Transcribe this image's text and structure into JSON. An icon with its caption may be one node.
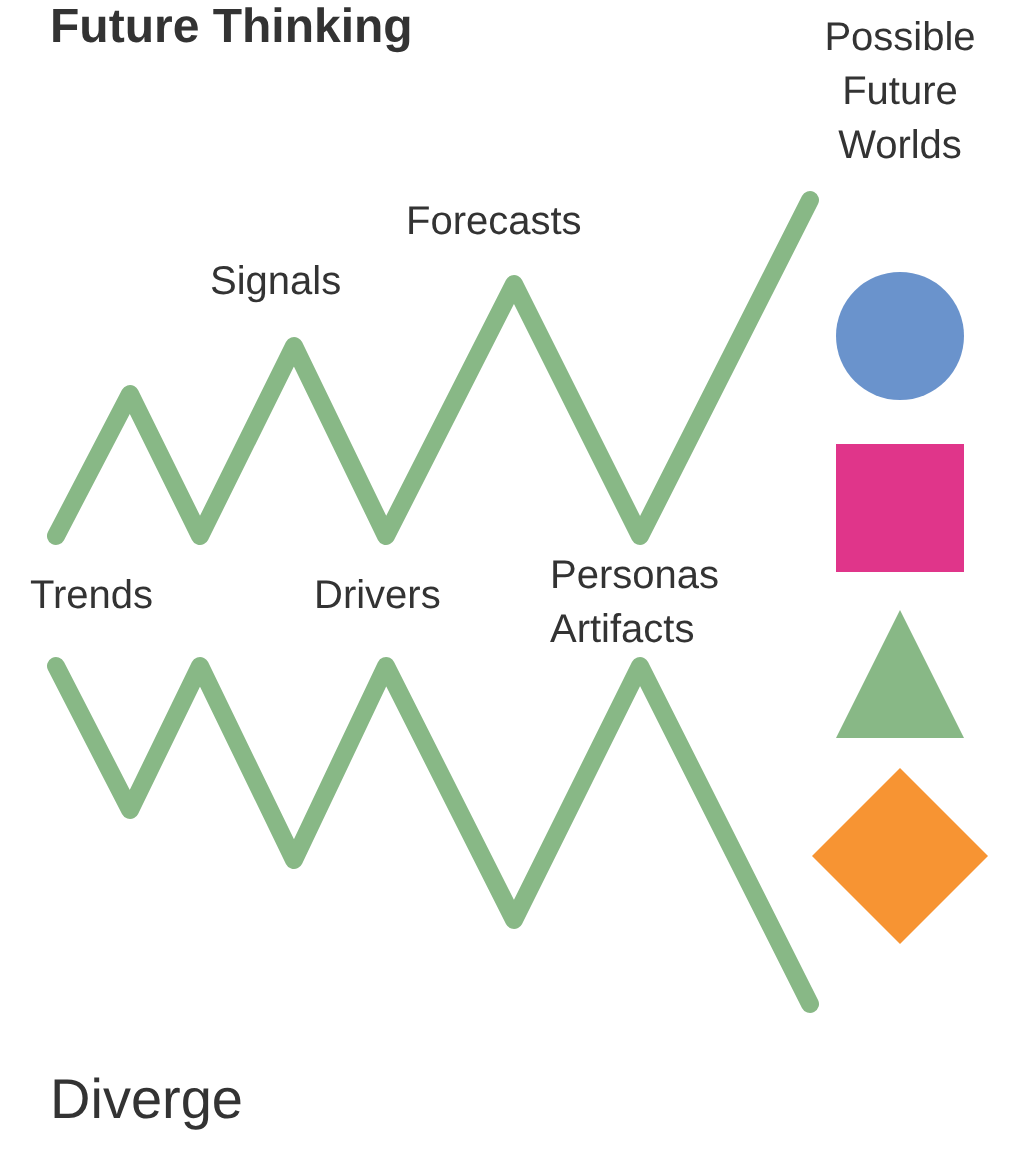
{
  "diagram": {
    "title": "Future Thinking",
    "nodes": [
      {
        "text": [],
        "shape": "circle"
      },
      {
        "text": [],
        "shape": "box"
      },
      {
        "text": [],
        "shape": "triangle"
      },
      {
        "text": [],
        "shape": "diamond"
      }
    ],
    "labels": [
      "Possible Future Worlds",
      "Forecasts",
      "Signals",
      "Trends",
      "Drivers",
      "Personas Artifacts",
      "Diverge"
    ]
  }
}
